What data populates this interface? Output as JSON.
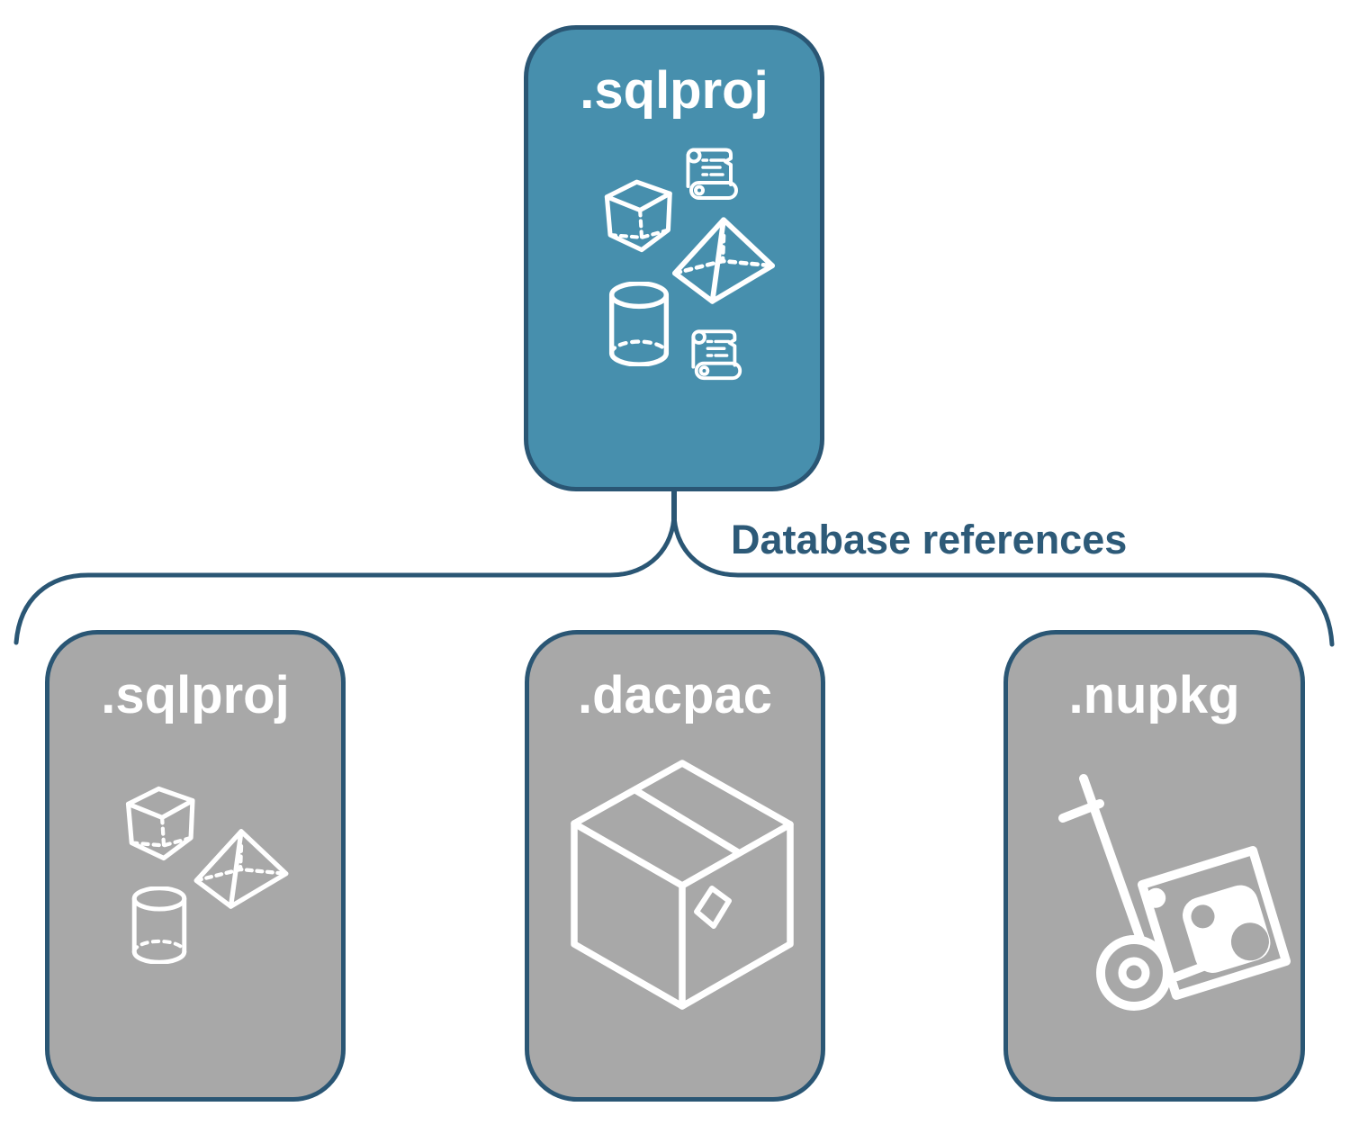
{
  "connector": {
    "label": "Database references"
  },
  "nodes": {
    "root": {
      "label": ".sqlproj",
      "icons": [
        "scroll-icon",
        "cube-icon",
        "pyramid-icon",
        "cylinder-icon",
        "scroll-icon"
      ]
    },
    "children": [
      {
        "label": ".sqlproj",
        "icons": [
          "cube-icon",
          "pyramid-icon",
          "cylinder-icon"
        ]
      },
      {
        "label": ".dacpac",
        "icons": [
          "package-box-icon"
        ]
      },
      {
        "label": ".nupkg",
        "icons": [
          "hand-truck-icon"
        ]
      }
    ]
  },
  "colors": {
    "background": "#ffffff",
    "root_fill": "#478fad",
    "child_fill": "#a8a8a8",
    "outline": "#2a5674",
    "connector_text": "#2d5a78",
    "label_text": "#ffffff",
    "icon_stroke": "#ffffff"
  }
}
